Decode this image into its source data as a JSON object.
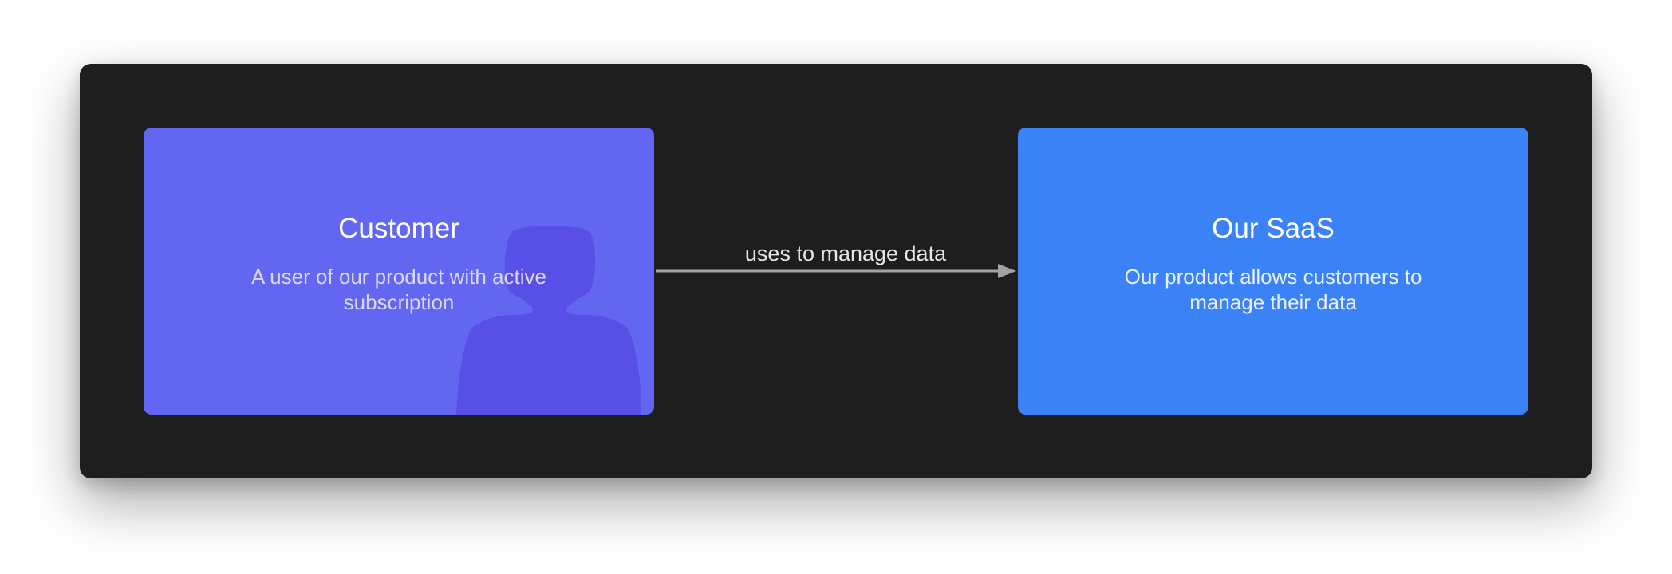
{
  "nodes": {
    "customer": {
      "title": "Customer",
      "description": "A user of our product with active subscription",
      "icon": "person-icon",
      "color": "#6366f1",
      "icon_color": "#5850e6",
      "desc_color": "#d9d8fb"
    },
    "saas": {
      "title": "Our SaaS",
      "description": "Our product allows customers to manage their data",
      "color": "#3b82f6",
      "desc_color": "#e8f0fe"
    }
  },
  "edge": {
    "label": "uses to manage data",
    "color": "#a3a3a3"
  },
  "canvas": {
    "background": "#1e1e1e"
  }
}
